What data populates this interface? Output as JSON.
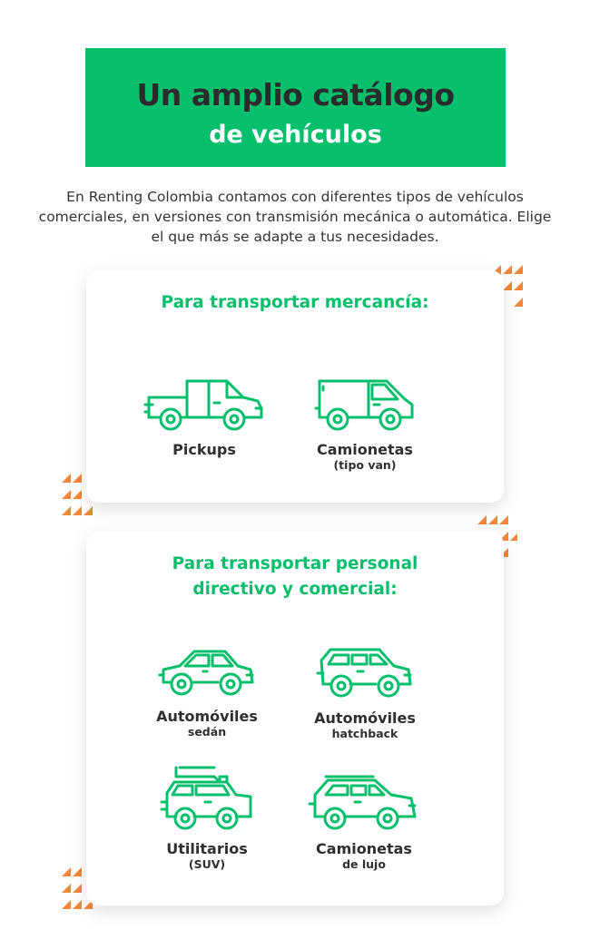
{
  "banner": {
    "title_line1": "Un amplio catálogo",
    "title_line2": "de vehículos",
    "background_color": "#05bf6c"
  },
  "intro": {
    "text": "En Renting Colombia contamos con diferentes tipos de vehículos comerciales, en versiones con transmisión mecánica o automática. Elige el que más se adapte a tus necesidades."
  },
  "cargo_section": {
    "title": "Para transportar mercancía:",
    "vehicles": [
      {
        "name": "Pickups",
        "subtitle": "",
        "icon": "pickup-truck-icon"
      },
      {
        "name": "Camionetas",
        "subtitle": "(tipo van)",
        "icon": "van-icon"
      }
    ]
  },
  "personnel_section": {
    "title_line1": "Para transportar personal",
    "title_line2": "directivo y comercial:",
    "vehicles": [
      {
        "name": "Automóviles",
        "subtitle": "sedán",
        "icon": "sedan-car-icon"
      },
      {
        "name": "Automóviles",
        "subtitle": "hatchback",
        "icon": "hatchback-car-icon"
      },
      {
        "name": "Utilitarios",
        "subtitle": "(SUV)",
        "icon": "suv-icon"
      },
      {
        "name": "Camionetas",
        "subtitle": "de lujo",
        "icon": "luxury-suv-icon"
      }
    ]
  },
  "colors": {
    "accent_green": "#05bf6c",
    "decor_orange": "#f4863a",
    "text_dark": "#333333"
  }
}
